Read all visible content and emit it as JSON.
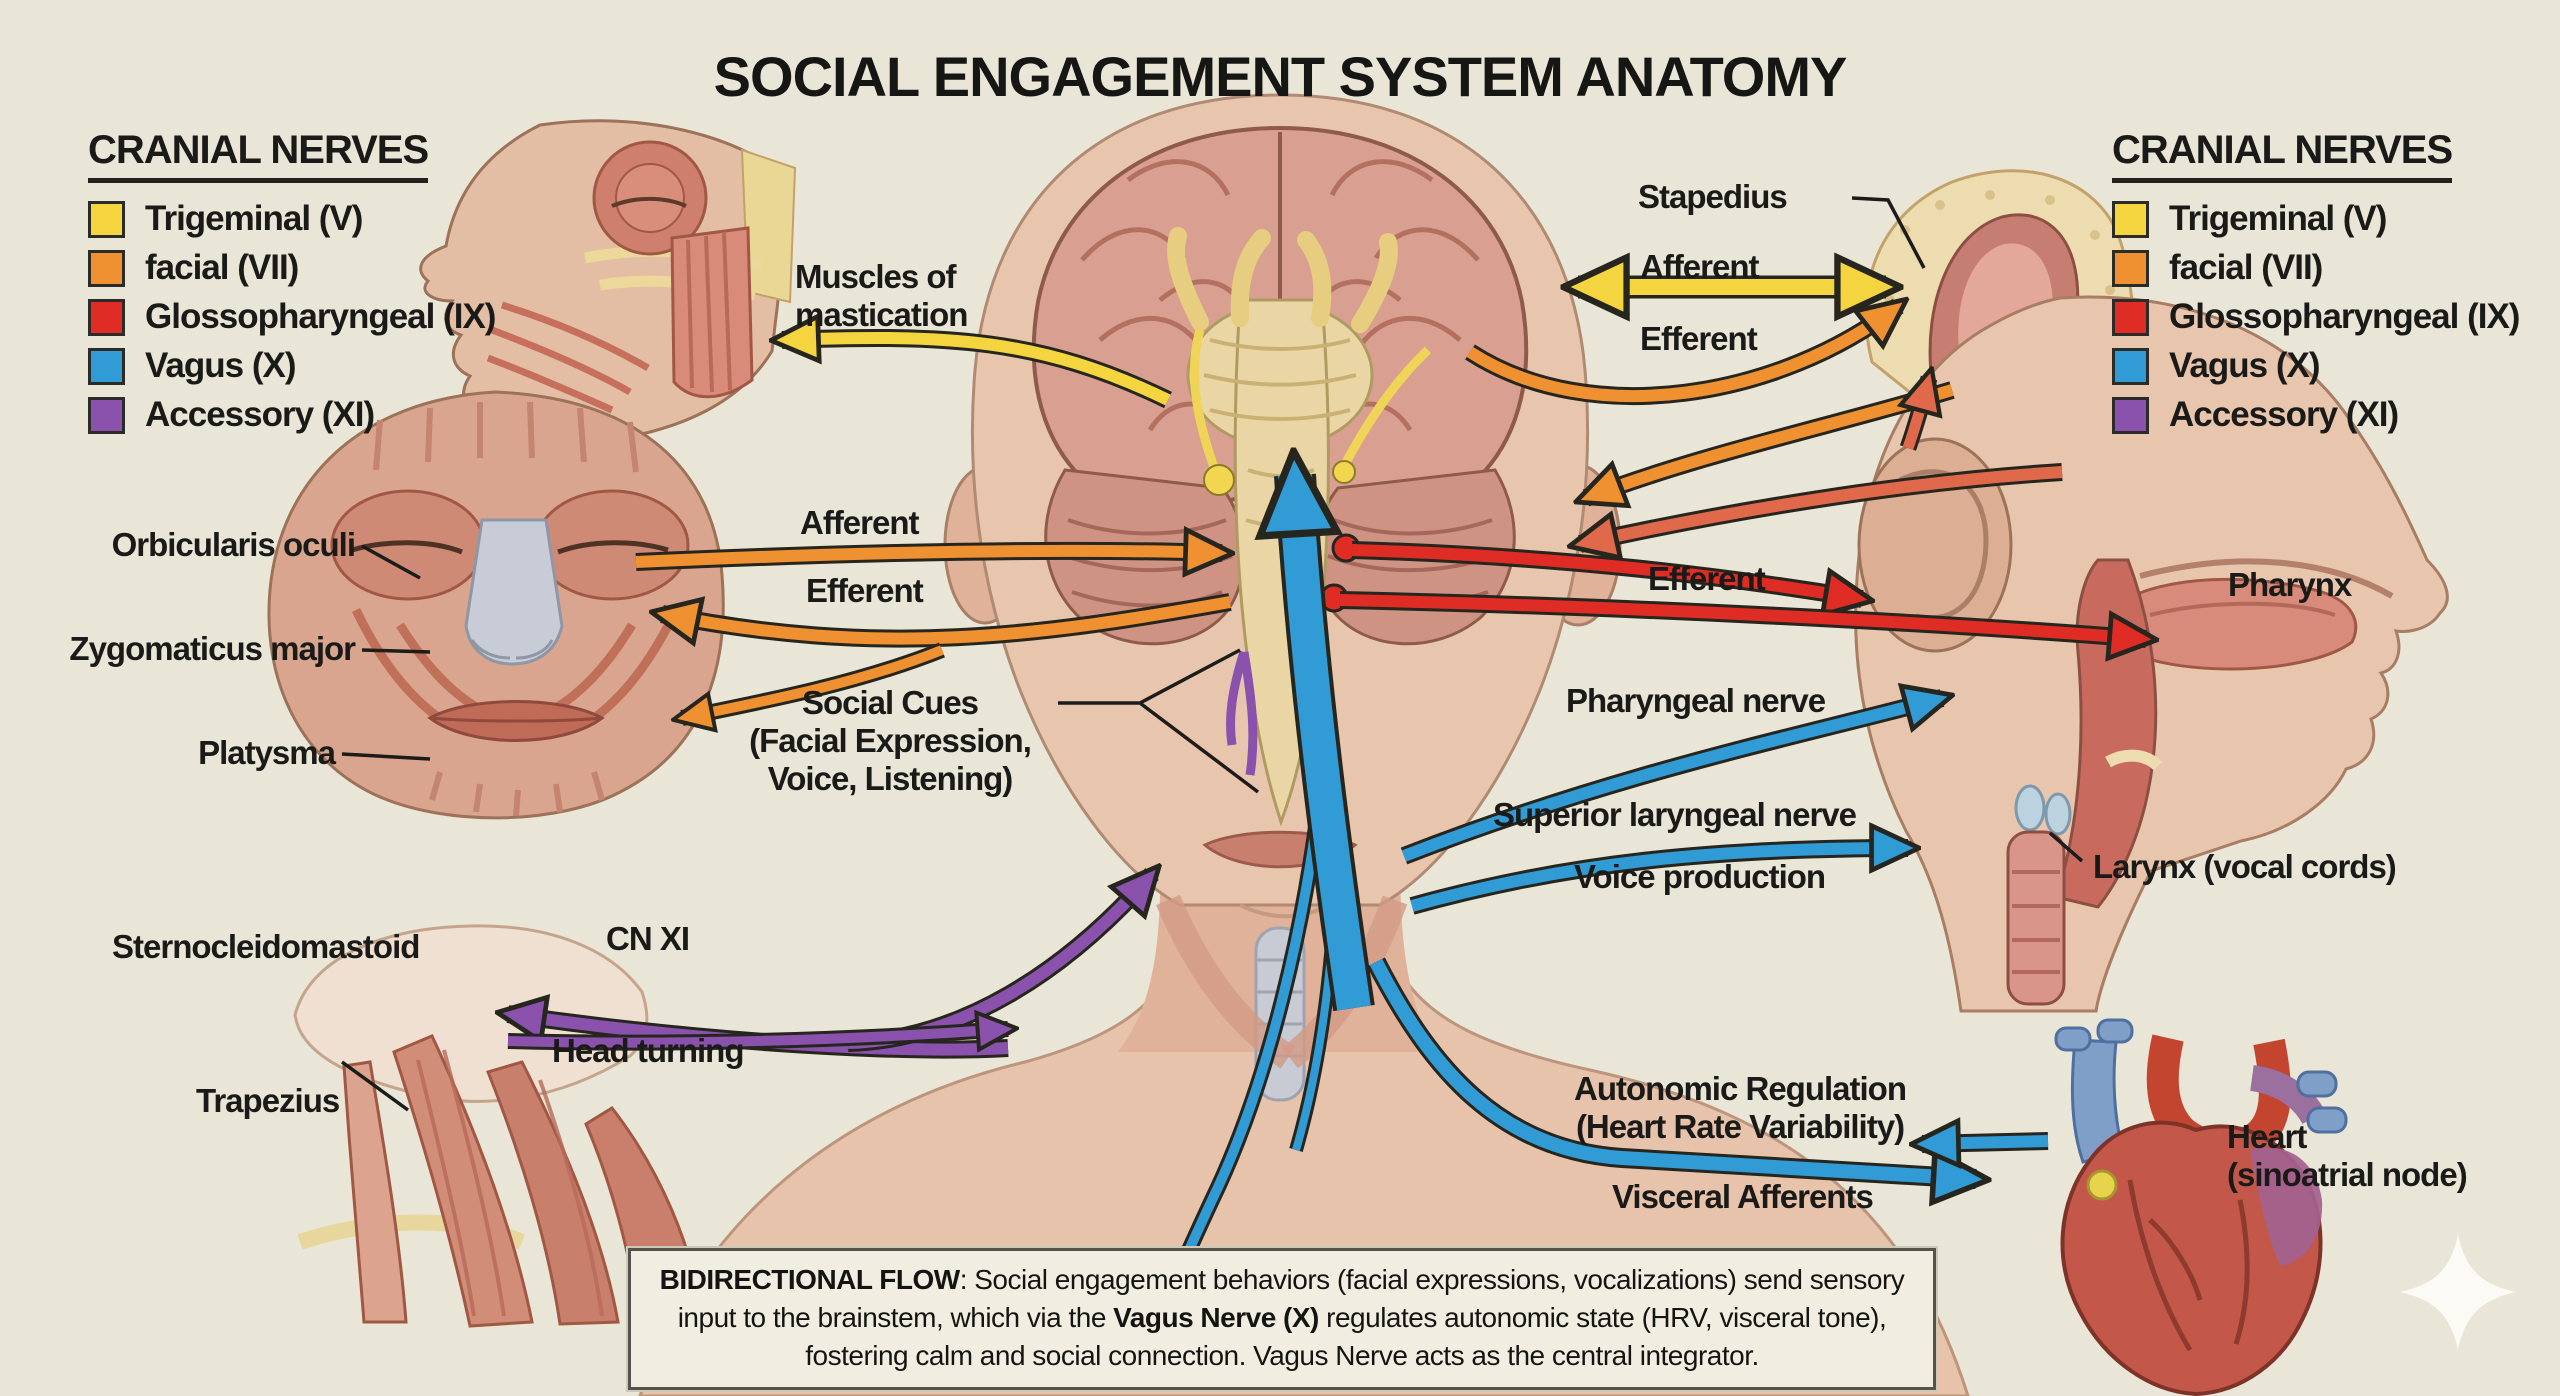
{
  "title": "SOCIAL ENGAGEMENT SYSTEM ANATOMY",
  "legend": {
    "title": "CRANIAL NERVES",
    "items": [
      {
        "label": "Trigeminal (V)",
        "color": "#f4d53f"
      },
      {
        "label": "facial (VII)",
        "color": "#ef9130"
      },
      {
        "label": "Glossopharyngeal (IX)",
        "color": "#df2d26"
      },
      {
        "label": "Vagus (X)",
        "color": "#319bd6"
      },
      {
        "label": "Accessory (XI)",
        "color": "#8a52ad"
      }
    ]
  },
  "labels": {
    "muscles_of_mastication": "Muscles of mastication",
    "afferent_left": "Afferent",
    "efferent_left": "Efferent",
    "orbicularis_oculi": "Orbicularis oculi",
    "zygomaticus_major": "Zygomaticus major",
    "platysma": "Platysma",
    "social_cues_1": "Social Cues",
    "social_cues_2": "(Facial Expression,",
    "social_cues_3": "Voice, Listening)",
    "sternocleidomastoid": "Sternocleidomastoid",
    "trapezius": "Trapezius",
    "cn_xi": "CN XI",
    "head_turning": "Head turning",
    "stapedius": "Stapedius",
    "afferent_right": "Afferent",
    "efferent_right": "Efferent",
    "efferent_glosso": "Efferent",
    "pharyngeal_nerve": "Pharyngeal nerve",
    "superior_laryngeal_nerve": "Superior laryngeal nerve",
    "voice_production": "Voice production",
    "autonomic_1": "Autonomic Regulation",
    "autonomic_2": "(Heart Rate Variability)",
    "visceral_afferents": "Visceral Afferents",
    "pharynx": "Pharynx",
    "larynx": "Larynx (vocal cords)",
    "heart_1": "Heart",
    "heart_2": "(sinoatrial node)"
  },
  "note": {
    "heading": "BIDIRECTIONAL FLOW",
    "body_1": ": Social engagement behaviors (facial expressions, vocalizations) send sensory input to the brainstem, which via the ",
    "vagus_bold": "Vagus Nerve (X)",
    "body_2": " regulates autonomic state (HRV, visceral tone), fostering calm and social connection. Vagus Nerve acts as the central integrator."
  },
  "colors": {
    "background": "#e9e5d7",
    "trigeminal_yellow": "#f4d53f",
    "facial_orange": "#ef9130",
    "glossopharyngeal_red": "#df2d26",
    "glossopharyngeal_salmon": "#e0694b",
    "vagus_blue": "#319bd6",
    "accessory_purple": "#8a52ad"
  },
  "decor": {
    "sparkle_icon": "four-point-star"
  }
}
